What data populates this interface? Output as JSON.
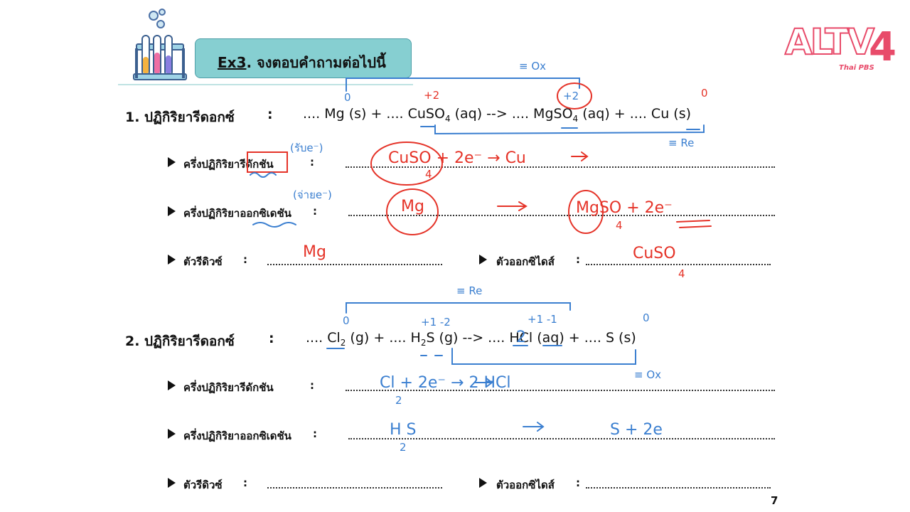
{
  "worksheet": {
    "title_prefix": "Ex3",
    "title_rest": ". จงตอบคำถามต่อไปนี้",
    "page_number": "7",
    "q1": {
      "heading": "1. ปฏิกิริยารีดอกซ์",
      "colon": ":",
      "equation_parts": {
        "a": ".... Mg (s) + .... CuSO",
        "a_sub": "4",
        "b": " (aq) --> .... MgSO",
        "b_sub": "4",
        "c": " (aq) + .... Cu (s)"
      },
      "reduction_label": "ครึ่งปฏิกิริยารีดักชัน",
      "oxidation_label": "ครึ่งปฏิกิริยาออกซิเดชัน",
      "reducing_agent_label": "ตัวรีดิวซ์",
      "oxidizing_agent_label": "ตัวออกซิไดส์"
    },
    "q2": {
      "heading": "2. ปฏิกิริยารีดอกซ์",
      "colon": ":",
      "equation_parts": {
        "a": ".... Cl",
        "a_sub": "2",
        "b": " (g) + .... H",
        "b_sub": "2",
        "c": "S (g) --> ....  HCl (aq) + .... S (s)"
      },
      "reduction_label": "ครึ่งปฏิกิริยารีดักชัน",
      "oxidation_label": "ครึ่งปฏิกิริยาออกซิเดชัน",
      "reducing_agent_label": "ตัวรีดิวซ์",
      "oxidizing_agent_label": "ตัวออกซิไดส์"
    }
  },
  "annotations": {
    "q1": {
      "ox_bracket": "≡ Ox",
      "re_bracket": "≡ Re",
      "ox_num_mg": "0",
      "ox_num_cu_in": "+2",
      "ox_num_mg_out": "+2",
      "ox_num_cu_out": "0",
      "receive_e": "(รับe⁻)",
      "lose_e": "(จ่ายe⁻)",
      "reduction_answer": "CuSO  +  2e⁻  →  Cu",
      "reduction_answer_sub": "4",
      "oxidation_answer_left": "Mg",
      "oxidation_answer_right": "MgSO  +  2e⁻",
      "oxidation_answer_sub": "4",
      "reducing_agent": "Mg",
      "oxidizing_agent": "CuSO",
      "oxidizing_agent_sub": "4"
    },
    "q2": {
      "re_bracket": "≡ Re",
      "ox_bracket": "≡ Ox",
      "ox_num_cl": "0",
      "ox_num_h2s": "+1  -2",
      "ox_num_hcl": "+1  -1",
      "ox_num_s": "0",
      "coef_hcl": "2",
      "reduction_answer": "Cl  +  2e⁻  →  2 HCl",
      "reduction_answer_sub": "2",
      "oxidation_answer_left": "H S",
      "oxidation_answer_sub": "2",
      "oxidation_answer_right": "S  +  2e"
    }
  },
  "logo": {
    "text": "ALTV",
    "digit": "4",
    "tagline": "Thai PBS"
  },
  "colors": {
    "banner": "#86cfd1",
    "red_ink": "#e53328",
    "blue_ink": "#3b7fd0",
    "logo_red": "#e84b6a"
  }
}
